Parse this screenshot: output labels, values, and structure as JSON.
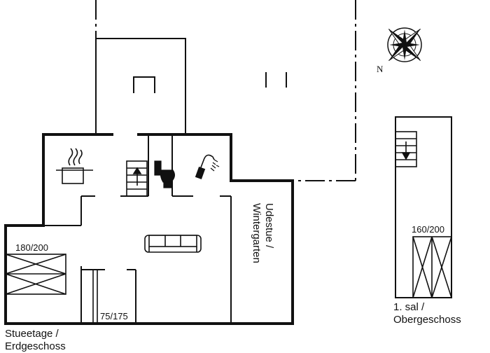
{
  "floors": {
    "ground": {
      "label_line1": "Stueetage /",
      "label_line2": "Erdgeschoss"
    },
    "upper": {
      "label_line1": "1. sal /",
      "label_line2": "Obergeschoss"
    }
  },
  "rooms": {
    "conservatory": {
      "label_line1": "Udestue /",
      "label_line2": "Wintergarten"
    }
  },
  "beds": {
    "ground_double": "180/200",
    "ground_single": "75/175",
    "upper_double": "160/200"
  },
  "compass": {
    "north_label": "N"
  },
  "icons": [
    "stove-pot-icon",
    "stairs-up-icon",
    "toilet-icon",
    "shower-icon",
    "sofa-icon",
    "stairs-down-icon",
    "compass-rose-icon"
  ]
}
